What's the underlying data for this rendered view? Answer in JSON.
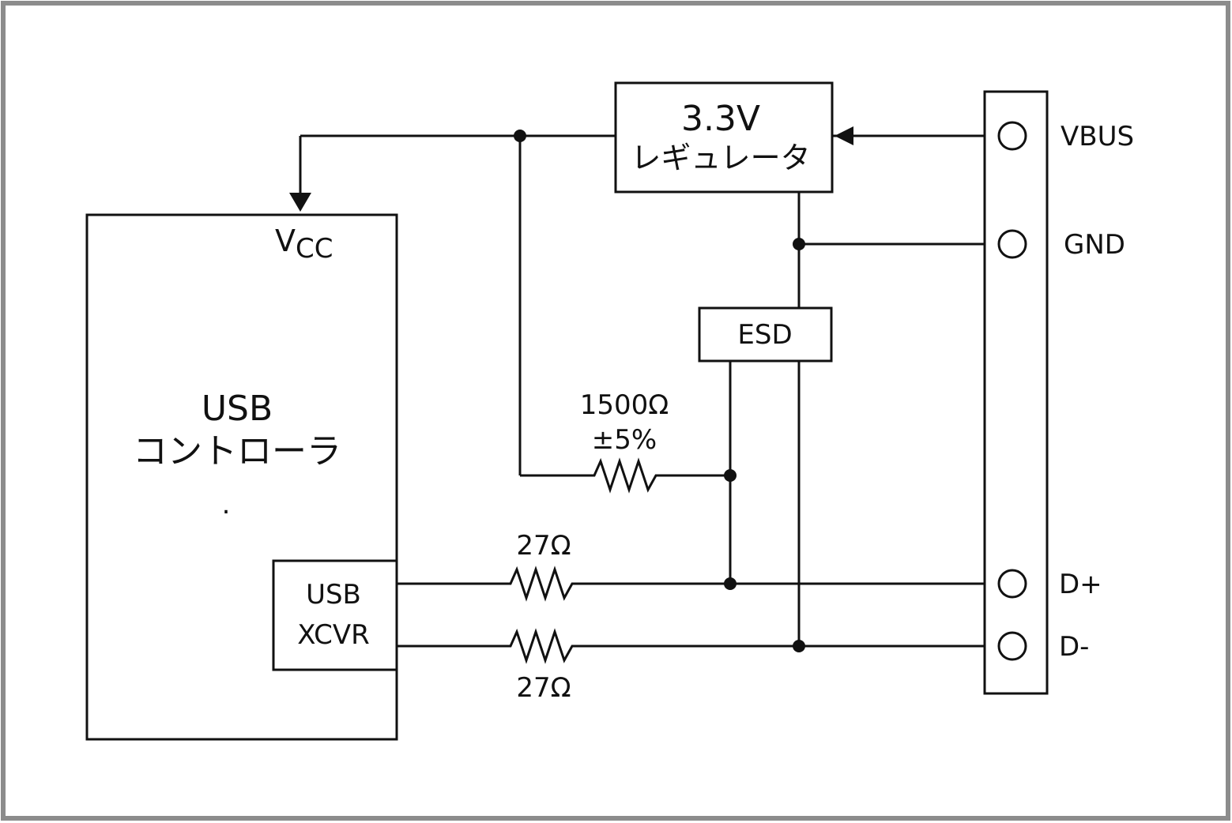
{
  "regulator": {
    "line1": "3.3V",
    "line2": "レギュレータ"
  },
  "controller": {
    "vcc_main": "V",
    "vcc_sub": "CC",
    "line1": "USB",
    "line2": "コントローラ",
    "dot": "."
  },
  "transceiver": {
    "line1": "USB",
    "line2": "XCVR"
  },
  "esd": {
    "label": "ESD"
  },
  "pullup_resistor": {
    "value": "1500Ω",
    "tolerance": "±5%"
  },
  "series_resistors": {
    "dplus_value": "27Ω",
    "dminus_value": "27Ω"
  },
  "connector": {
    "pins": [
      {
        "label": "VBUS"
      },
      {
        "label": "GND"
      },
      {
        "label": "D+"
      },
      {
        "label": "D-"
      }
    ]
  }
}
